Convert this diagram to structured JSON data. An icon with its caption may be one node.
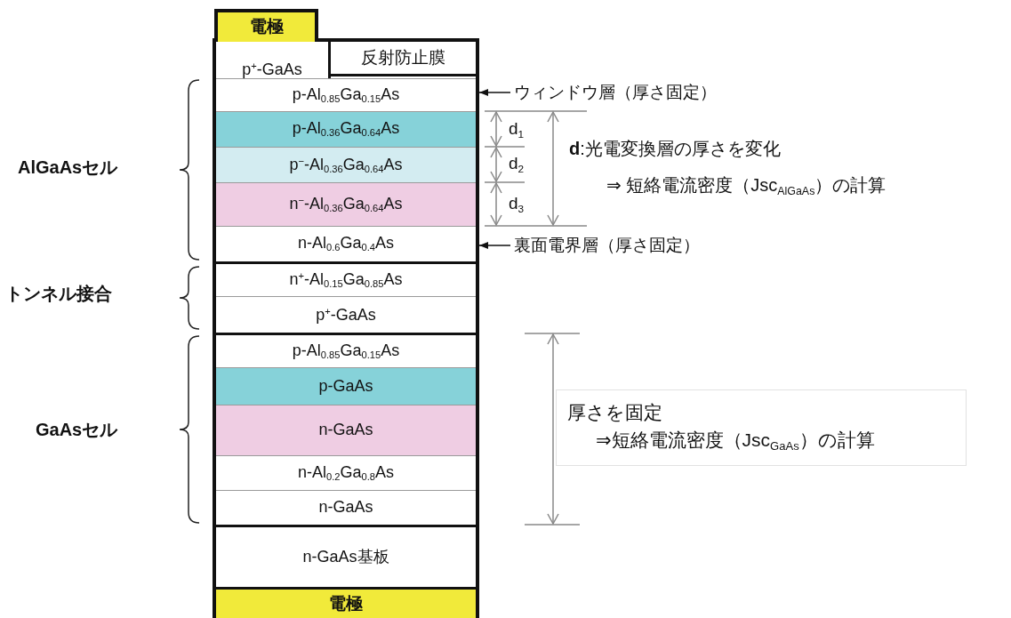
{
  "diagram": {
    "nodes": [
      {
        "text": [
          "電極"
        ]
      },
      {
        "text": [
          "p$^{+}$-GaAs"
        ]
      },
      {
        "text": [
          "反射防止膜"
        ]
      },
      {
        "text": [
          "p-Al$_{0.85}$Ga$_{0.15}$As"
        ]
      },
      {
        "text": [
          "ウィンドウ層（厚さ固定）"
        ]
      },
      {
        "text": [
          "p-Al$_{0.36}$Ga$_{0.64}$As"
        ]
      },
      {
        "text": [
          "p$^{−}$-Al$_{0.36}$Ga$_{0.64}$As"
        ]
      },
      {
        "text": [
          "n$^{−}$-Al$_{0.36}$Ga$_{0.64}$As"
        ]
      },
      {
        "text": [
          "n-Al$_{0.6}$Ga$_{0.4}$As"
        ]
      },
      {
        "text": [
          "裏面電界層（厚さ固定）"
        ]
      },
      {
        "text": [
          "n$^{+}$-Al$_{0.15}$Ga$_{0.85}$As"
        ]
      },
      {
        "text": [
          "p$^{+}$-GaAs"
        ]
      },
      {
        "text": [
          "p-Al$_{0.85}$Ga$_{0.15}$As"
        ]
      },
      {
        "text": [
          "p-GaAs"
        ]
      },
      {
        "text": [
          "n-GaAs"
        ]
      },
      {
        "text": [
          "n-Al$_{0.2}$Ga$_{0.8}$As"
        ]
      },
      {
        "text": [
          "n-GaAs"
        ]
      },
      {
        "text": [
          "厚さを固定",
          "⇒短絡電流密度（Jsc$_{GaAs}$）の計算"
        ]
      },
      {
        "text": [
          "n-GaAs基板"
        ]
      },
      {
        "text": [
          "電極"
        ]
      }
    ],
    "edges": [
      {
        "from": 4,
        "to": 3,
        "arrow": "to"
      },
      {
        "from": 9,
        "to": 8,
        "arrow": "to"
      }
    ],
    "labels": [
      "d$_{1}$",
      "**d**:光電変換層の厚さを変化",
      "d$_{2}$",
      "AlGaAsセル",
      "⇒ 短絡電流密度（Jsc$_{AlGaAs}$）の計算",
      "d$_{3}$",
      "トンネル接合",
      "GaAsセル"
    ]
  }
}
